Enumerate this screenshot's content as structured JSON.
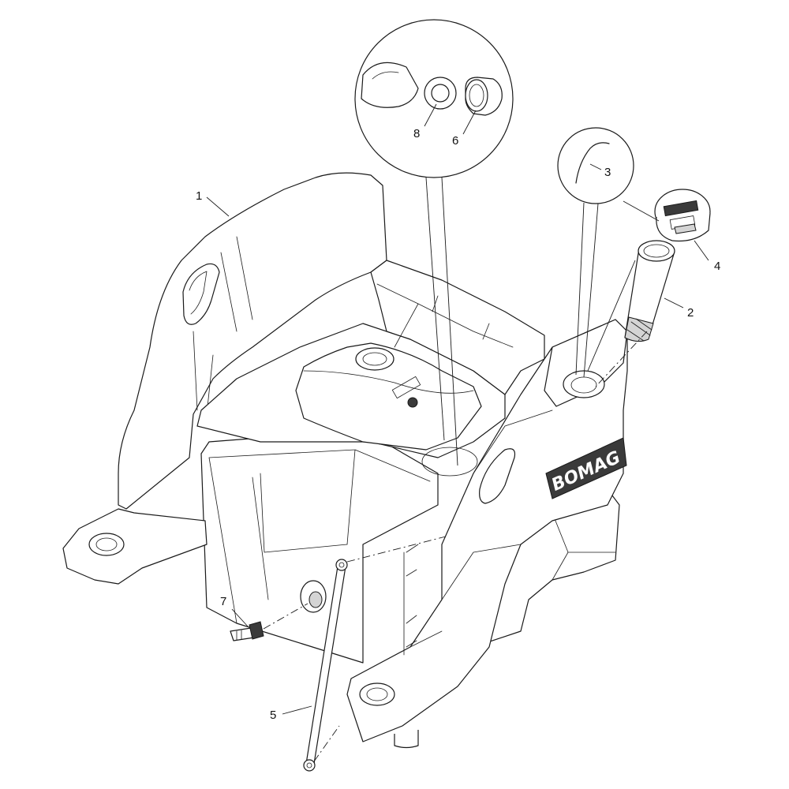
{
  "callouts": [
    {
      "id": "1",
      "label": "1"
    },
    {
      "id": "2",
      "label": "2"
    },
    {
      "id": "3",
      "label": "3"
    },
    {
      "id": "4",
      "label": "4"
    },
    {
      "id": "5",
      "label": "5"
    },
    {
      "id": "6",
      "label": "6"
    },
    {
      "id": "7",
      "label": "7"
    },
    {
      "id": "8",
      "label": "8"
    }
  ],
  "logo": {
    "text": "BOMAG"
  },
  "colors": {
    "line": "#1a1a1a",
    "background": "#ffffff",
    "shading": "#d4d4d4"
  }
}
